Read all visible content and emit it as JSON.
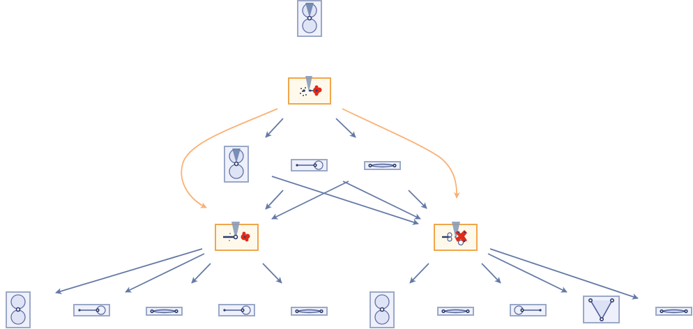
{
  "diagram": {
    "type": "directed-graph",
    "colors": {
      "edge_default": "#6379a6",
      "edge_highlight": "#fbb073",
      "node_frame": "#9aa8c6",
      "node_frame_highlight": "#f0a64a",
      "node_fill": "#eef0fb",
      "node_fill_highlight": "#fff9ec",
      "glyph_stroke": "#4a5c92",
      "glyph_highlight": "#e02a1a"
    },
    "nodes": [
      {
        "id": "root",
        "glyph": "figure-eight-with-cone",
        "highlighted": false
      },
      {
        "id": "hub-top",
        "glyph": "scatter-with-red-cluster",
        "highlighted": true
      },
      {
        "id": "mid-a",
        "glyph": "figure-eight-with-cone",
        "highlighted": false
      },
      {
        "id": "mid-b",
        "glyph": "edge-with-loop",
        "highlighted": false
      },
      {
        "id": "mid-c",
        "glyph": "double-edge",
        "highlighted": false
      },
      {
        "id": "hub-left",
        "glyph": "edge-with-red-cluster",
        "highlighted": true
      },
      {
        "id": "hub-right",
        "glyph": "edge-with-red-cross",
        "highlighted": true
      },
      {
        "id": "leaf-1",
        "glyph": "figure-eight",
        "highlighted": false
      },
      {
        "id": "leaf-2",
        "glyph": "edge-with-loop",
        "highlighted": false
      },
      {
        "id": "leaf-3",
        "glyph": "double-edge",
        "highlighted": false
      },
      {
        "id": "leaf-4",
        "glyph": "edge-with-loop",
        "highlighted": false
      },
      {
        "id": "leaf-5",
        "glyph": "double-edge",
        "highlighted": false
      },
      {
        "id": "leaf-6",
        "glyph": "figure-eight",
        "highlighted": false
      },
      {
        "id": "leaf-7",
        "glyph": "double-edge",
        "highlighted": false
      },
      {
        "id": "leaf-8",
        "glyph": "loop-with-edge",
        "highlighted": false
      },
      {
        "id": "leaf-9",
        "glyph": "triangle-v",
        "highlighted": false
      },
      {
        "id": "leaf-10",
        "glyph": "double-edge",
        "highlighted": false
      }
    ],
    "edges": [
      {
        "from": "hub-top",
        "to": "mid-a",
        "style": "default"
      },
      {
        "from": "hub-top",
        "to": "mid-c",
        "style": "default"
      },
      {
        "from": "hub-top",
        "to": "hub-left",
        "style": "highlight"
      },
      {
        "from": "hub-top",
        "to": "hub-right",
        "style": "highlight"
      },
      {
        "from": "mid-a",
        "to": "hub-left",
        "style": "default"
      },
      {
        "from": "mid-a",
        "to": "hub-right",
        "style": "default"
      },
      {
        "from": "mid-c",
        "to": "hub-left",
        "style": "default"
      },
      {
        "from": "mid-c",
        "to": "hub-right",
        "style": "default"
      },
      {
        "from": "mid-c",
        "to": "hub-right",
        "style": "default"
      },
      {
        "from": "hub-left",
        "to": "leaf-1",
        "style": "default"
      },
      {
        "from": "hub-left",
        "to": "leaf-2",
        "style": "default"
      },
      {
        "from": "hub-left",
        "to": "leaf-3",
        "style": "default"
      },
      {
        "from": "hub-left",
        "to": "leaf-5",
        "style": "default"
      },
      {
        "from": "hub-right",
        "to": "leaf-6",
        "style": "default"
      },
      {
        "from": "hub-right",
        "to": "leaf-8",
        "style": "default"
      },
      {
        "from": "hub-right",
        "to": "leaf-9",
        "style": "default"
      },
      {
        "from": "hub-right",
        "to": "leaf-10",
        "style": "default"
      }
    ]
  }
}
